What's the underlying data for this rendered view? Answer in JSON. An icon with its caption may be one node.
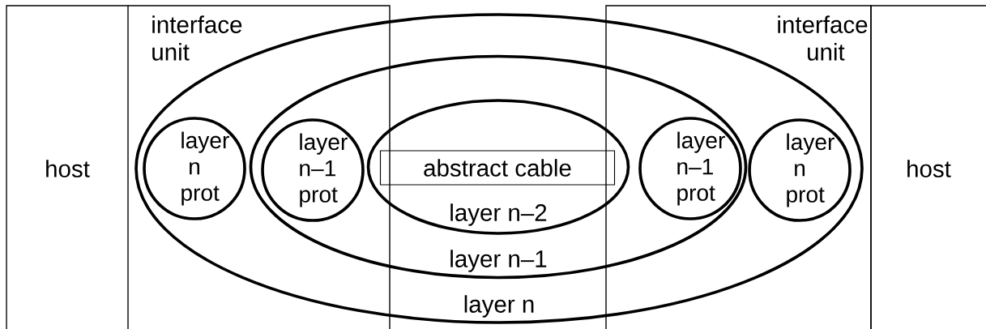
{
  "diagram": {
    "nodes": [
      {
        "text": [
          "host"
        ]
      },
      {
        "text": [
          "interface unit"
        ]
      },
      {
        "text": [
          "layer n"
        ]
      },
      {
        "text": [
          "layer n prot"
        ],
        "in": 1
      },
      {
        "text": [
          "layer n–1"
        ],
        "in": 2
      },
      {
        "text": [
          "layer n–1 prot"
        ]
      },
      {
        "text": [
          "layer n–2"
        ],
        "in": 4
      },
      {
        "text": [
          "abstract cable"
        ],
        "in": 6
      },
      {
        "text": [
          "layer n–1 prot"
        ]
      },
      {
        "text": [
          "layer n prot"
        ],
        "in": 10
      },
      {
        "text": [
          "interface unit"
        ]
      },
      {
        "text": [
          "host"
        ]
      }
    ]
  }
}
